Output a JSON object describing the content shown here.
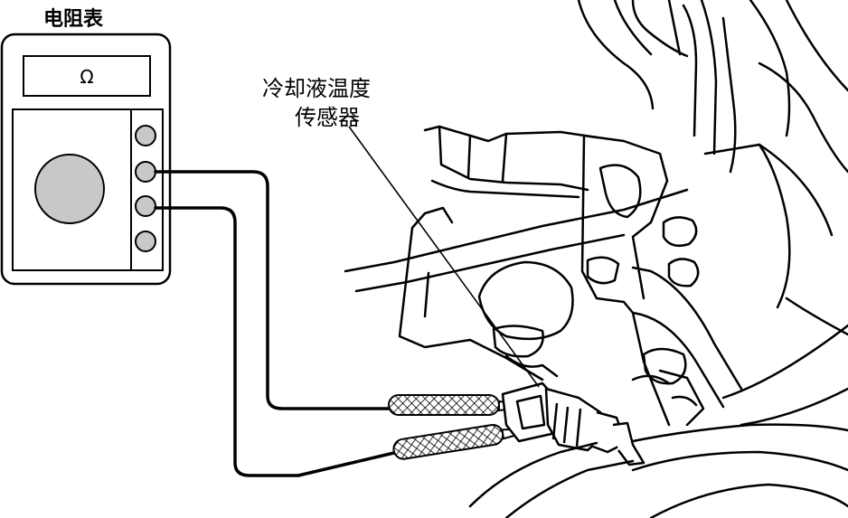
{
  "meter": {
    "title": "电阻表",
    "display_unit": "Ω",
    "colors": {
      "knob": "#c8c8c8",
      "jack": "#c8c8c8",
      "outline": "#000000"
    }
  },
  "sensor_label": {
    "line1": "冷却液温度",
    "line2": "传感器"
  }
}
